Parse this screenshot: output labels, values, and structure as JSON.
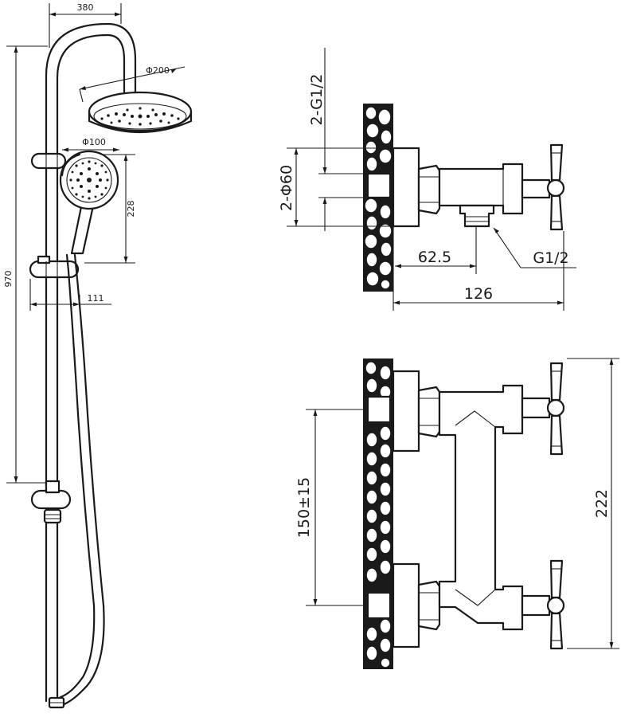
{
  "shower_column": {
    "dimensions": {
      "top_width": "380",
      "rain_head_diameter": "Φ200",
      "hand_shower_diameter": "Φ100",
      "hand_shower_drop": "228",
      "total_height": "970",
      "bracket_offset": "111"
    }
  },
  "mixer_side_view": {
    "dimensions": {
      "inlet_thread": "2-G1/2",
      "flange_diameter": "2-Φ60",
      "outlet_offset": "62.5",
      "outlet_thread": "G1/2",
      "projection": "126"
    }
  },
  "mixer_front_view": {
    "dimensions": {
      "inlet_spacing": "150±15",
      "overall_height": "222"
    }
  }
}
